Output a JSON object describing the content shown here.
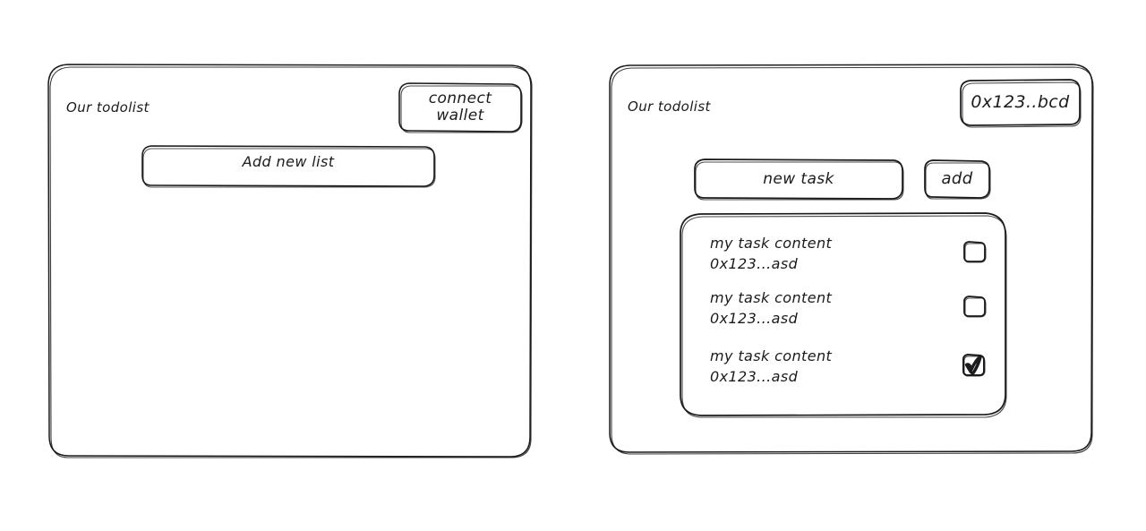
{
  "background_color": "#ffffff",
  "stroke_color": "#1b1b1f",
  "style": "hand-drawn wireframe",
  "screens": [
    {
      "id": "disconnected-screen",
      "title": "Our todolist",
      "wallet_button": {
        "label_line1": "connect",
        "label_line2": "wallet",
        "label": "connect wallet"
      },
      "add_list_button": {
        "label": "Add new list"
      }
    },
    {
      "id": "connected-screen",
      "title": "Our todolist",
      "wallet_button": {
        "label": "0x123..bcd"
      },
      "new_task_input": {
        "value": "new task",
        "placeholder": "new task"
      },
      "add_button": {
        "label": "add"
      },
      "task_list": {
        "tasks": [
          {
            "content": "my task content",
            "owner": "0x123...asd",
            "checked": false
          },
          {
            "content": "my task content",
            "owner": "0x123...asd",
            "checked": false
          },
          {
            "content": "my task content",
            "owner": "0x123...asd",
            "checked": true
          }
        ]
      }
    }
  ]
}
